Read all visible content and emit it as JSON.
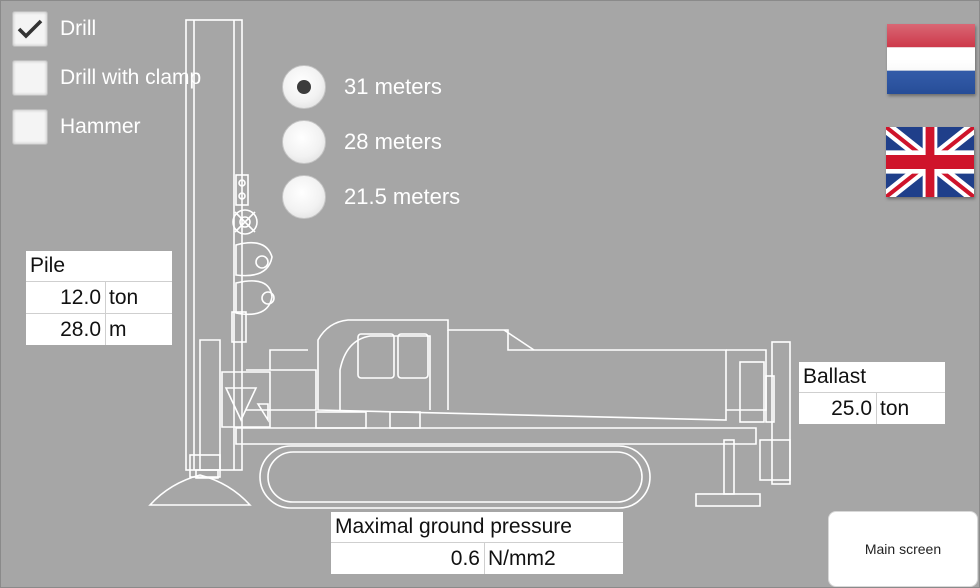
{
  "hammer_types": [
    {
      "label": "Drill",
      "checked": true
    },
    {
      "label": "Drill with clamp",
      "checked": false
    },
    {
      "label": "Hammer",
      "checked": false
    }
  ],
  "mast_lengths": [
    {
      "label": "31 meters",
      "selected": true
    },
    {
      "label": "28 meters",
      "selected": false
    },
    {
      "label": "21.5 meters",
      "selected": false
    }
  ],
  "pile": {
    "title": "Pile",
    "weight_value": "12.0",
    "weight_unit": "ton",
    "length_value": "28.0",
    "length_unit": "m"
  },
  "ballast": {
    "title": "Ballast",
    "value": "25.0",
    "unit": "ton"
  },
  "ground_pressure": {
    "title": "Maximal ground pressure",
    "value": "0.6",
    "unit": "N/mm2"
  },
  "languages": [
    {
      "code": "nl",
      "icon": "netherlands-flag-icon"
    },
    {
      "code": "en",
      "icon": "uk-flag-icon"
    }
  ],
  "main_screen_label": "Main screen",
  "colors": {
    "background": "#a6a6a6",
    "rig_outline": "#ffffff",
    "radio_selected_dot": "#3c3c3c"
  }
}
